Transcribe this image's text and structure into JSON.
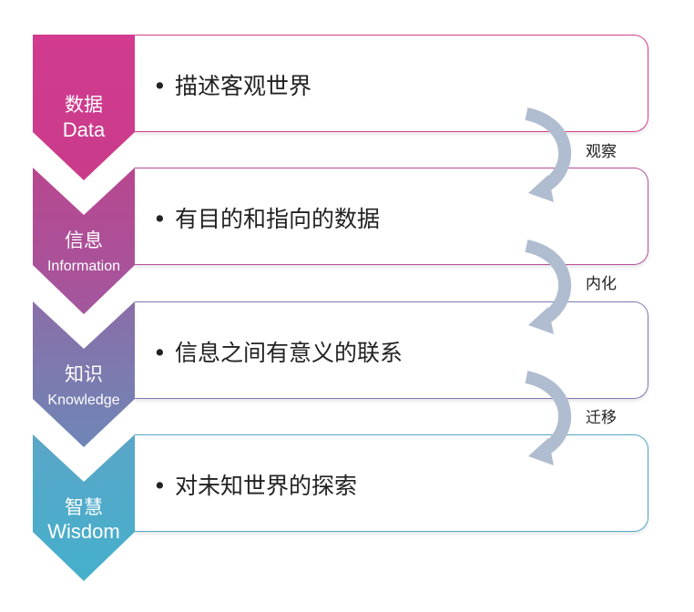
{
  "levels": [
    {
      "cn": "数据",
      "en": "Data",
      "text": "描述客观世界",
      "color_top": "#d23b8f",
      "color_bottom": "#c93b8a",
      "border": "#d6408f"
    },
    {
      "cn": "信息",
      "en": "Information",
      "text": "有目的和指向的数据",
      "color_top": "#b8478f",
      "color_bottom": "#a3579e",
      "border": "#b7509a"
    },
    {
      "cn": "知识",
      "en": "Knowledge",
      "text": "信息之间有意义的联系",
      "color_top": "#8a6ea8",
      "color_bottom": "#6f86b6",
      "border": "#7f7bb5"
    },
    {
      "cn": "智慧",
      "en": "Wisdom",
      "text": "对未知世界的探索",
      "color_top": "#5aa6c8",
      "color_bottom": "#45b0cc",
      "border": "#4fa8c8"
    }
  ],
  "transitions": [
    {
      "label": "观察"
    },
    {
      "label": "内化"
    },
    {
      "label": "迁移"
    }
  ],
  "bullet": "•",
  "arrow_color": "#b0bccf"
}
